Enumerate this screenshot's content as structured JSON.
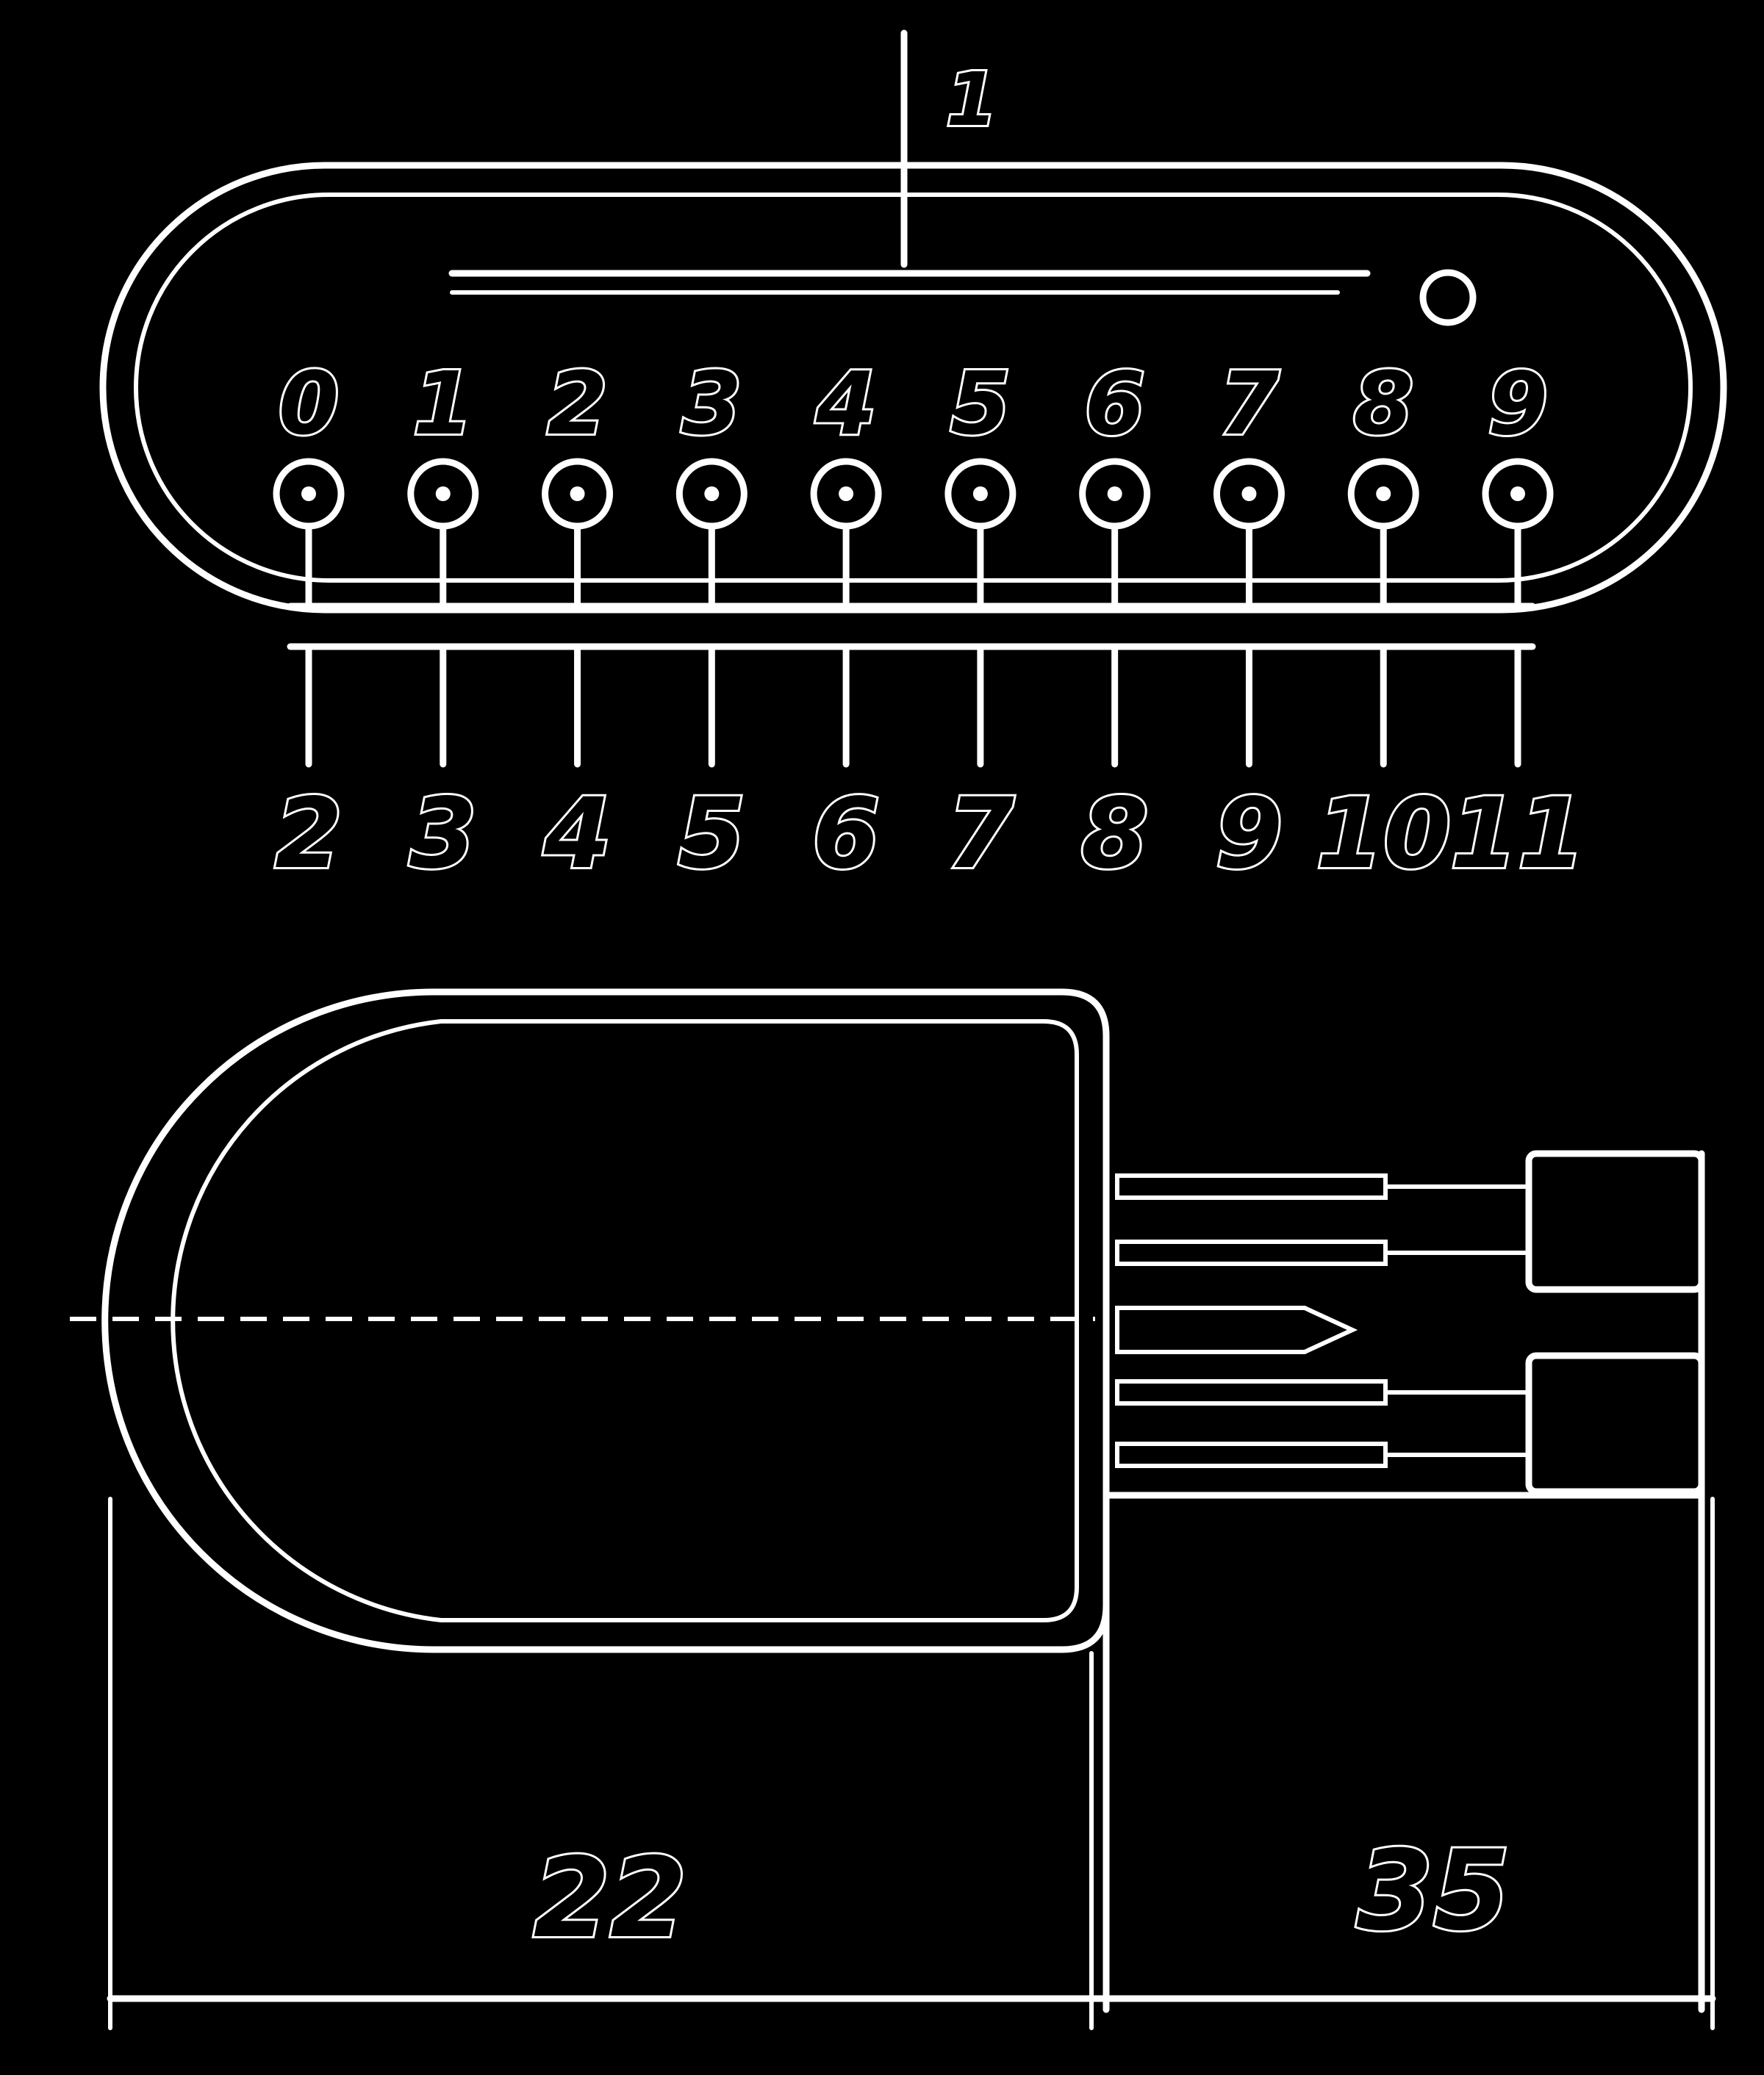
{
  "diagram": {
    "pin_labels": [
      "0",
      "1",
      "2",
      "3",
      "4",
      "5",
      "6",
      "7",
      "8",
      "9"
    ],
    "lead_labels": [
      "2",
      "3",
      "4",
      "5",
      "6",
      "7",
      "8",
      "9",
      "10",
      "11"
    ],
    "callout_label": "1",
    "dimension_left": "22",
    "dimension_right": "35"
  }
}
